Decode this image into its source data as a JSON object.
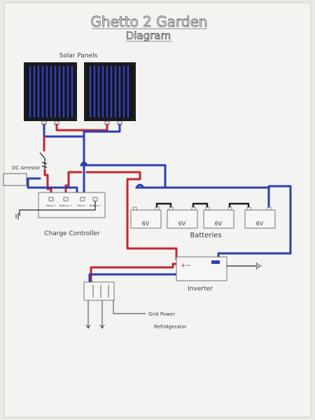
{
  "title": "Ghetto 2 Garden",
  "subtitle": "Diagram",
  "labels": {
    "solar_panels": "Solar Panels",
    "dc_arrestor": "DC Arrestor",
    "charge_controller": "Charge Controller",
    "batteries": "Batteries",
    "inverter": "Inverter",
    "load_line1": "Grid Power",
    "load_line2": "Refridgerator"
  },
  "batteries": [
    {
      "voltage": "6V"
    },
    {
      "voltage": "6V"
    },
    {
      "voltage": "6V"
    },
    {
      "voltage": "6V"
    }
  ],
  "terminals": {
    "plus": "+",
    "minus": "−",
    "controller_panel_plus": "Panel +",
    "controller_batt_plus": "Battery +",
    "controller_panel_minus": "Panel −",
    "controller_batt_minus": "Battery −"
  },
  "colors": {
    "paper": "#f3f3f1",
    "positive_wire": "#c4262e",
    "negative_wire": "#2c3fb0",
    "panel_frame": "#1c1c1c",
    "panel_cells": "#3040b8",
    "outline": "#555555"
  }
}
